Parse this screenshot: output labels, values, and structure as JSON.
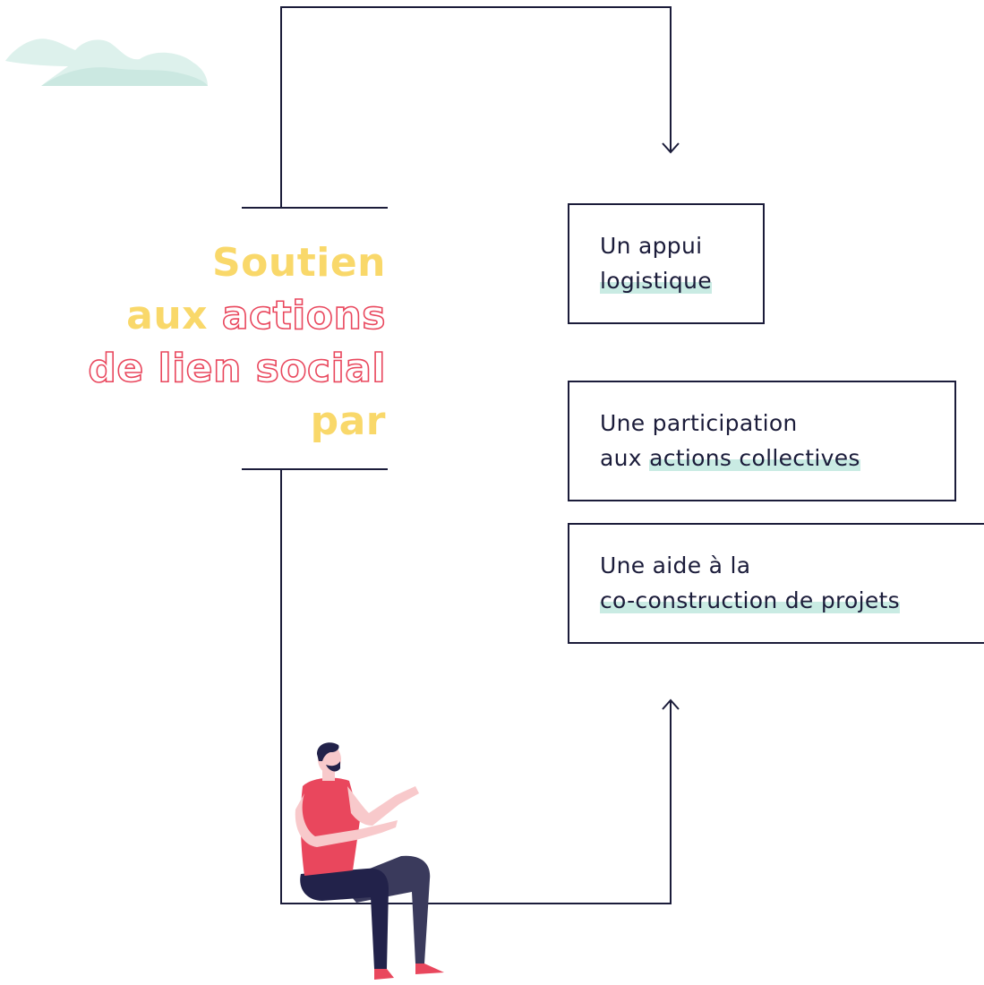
{
  "title": {
    "line1": {
      "solid": "Soutien"
    },
    "line2": {
      "solid": "aux",
      "outline": "actions"
    },
    "line3": {
      "outline": "de lien social"
    },
    "line4": {
      "solid": "par"
    }
  },
  "boxes": [
    {
      "line1": "Un appui",
      "line2_highlight": "logistique"
    },
    {
      "line1": "Une participation",
      "line2_prefix": "aux ",
      "line2_highlight": "actions collectives"
    },
    {
      "line1": "Une aide à la",
      "line2_highlight": "co-construction de projets"
    }
  ],
  "colors": {
    "title_solid": "#f9d86a",
    "title_outline": "#e9475d",
    "box_border": "#1b1c3a",
    "text": "#1b1c3a",
    "highlight": "#c9ebe3",
    "cloud": "#d9efea",
    "shirt": "#e9475d",
    "pants": "#2a2a4a",
    "skin": "#f8c9cb"
  },
  "icons": {
    "down_arrow": "arrow-down-icon",
    "up_arrow": "arrow-up-icon",
    "cloud": "cloud-icon",
    "person": "seated-man-illustration"
  }
}
